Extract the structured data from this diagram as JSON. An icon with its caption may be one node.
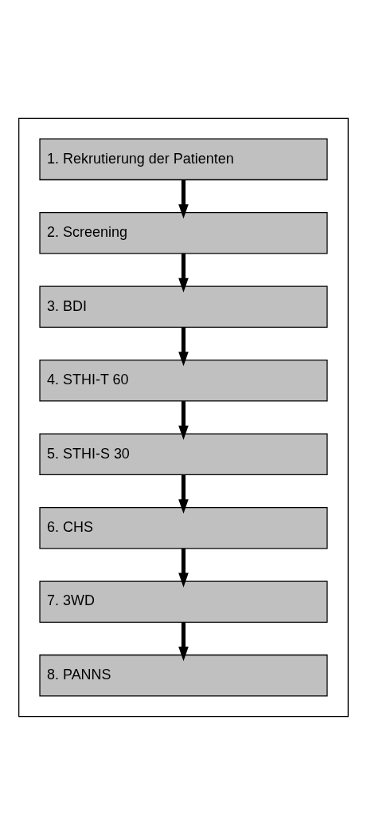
{
  "diagram": {
    "nodes": [
      {
        "text": [],
        "shape": "box"
      },
      {
        "text": [
          "1. Rekrutierung der Patienten"
        ],
        "in": 0
      },
      {
        "text": [
          "2. Screening"
        ],
        "in": 0
      },
      {
        "text": [
          "3. BDI"
        ],
        "in": 0
      },
      {
        "text": [
          "4. STHI-T 60"
        ],
        "in": 0
      },
      {
        "text": [
          "5. STHI-S 30"
        ],
        "in": 0
      },
      {
        "text": [
          "6. CHS"
        ],
        "in": 0
      },
      {
        "text": [
          "7. 3WD"
        ],
        "in": 0
      },
      {
        "text": [
          "8. PANNS"
        ],
        "in": 0
      }
    ],
    "edges": [
      {
        "from": 1,
        "to": 2,
        "arrow": "to"
      },
      {
        "from": 2,
        "to": 3,
        "arrow": "to"
      },
      {
        "from": 3,
        "to": 4,
        "arrow": "to"
      },
      {
        "from": 4,
        "to": 5,
        "arrow": "to"
      },
      {
        "from": 5,
        "to": 6,
        "arrow": "to"
      },
      {
        "from": 6,
        "to": 7,
        "arrow": "to"
      },
      {
        "from": 7,
        "to": 8,
        "arrow": "to"
      }
    ]
  }
}
